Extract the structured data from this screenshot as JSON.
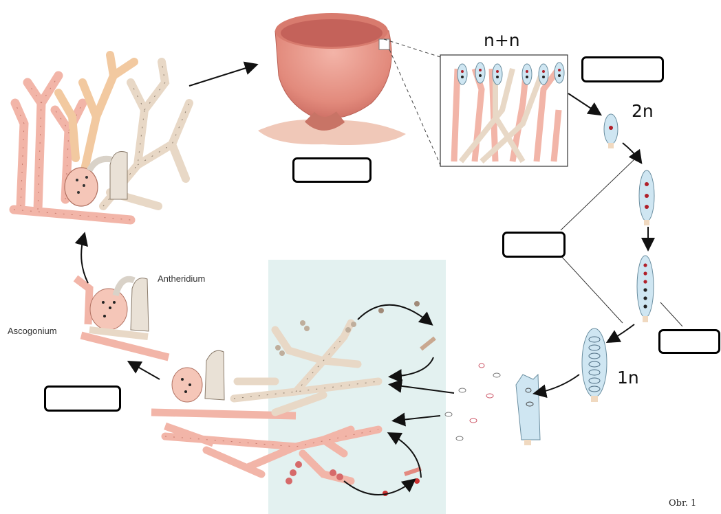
{
  "labels": {
    "dikaryon": "n+n",
    "diploid": "2n",
    "haploid": "1n",
    "antheridium": "Antheridium",
    "ascogonium": "Ascogonium",
    "figure_caption": "Obr. 1"
  },
  "answer_boxes": [
    {
      "id": "box-fruiting-body",
      "text": ""
    },
    {
      "id": "box-ascus-layer",
      "text": ""
    },
    {
      "id": "box-meiosis",
      "text": ""
    },
    {
      "id": "box-ascospores",
      "text": ""
    },
    {
      "id": "box-gametangia",
      "text": ""
    }
  ],
  "colors": {
    "hypha_pink": "#f2b5a8",
    "hypha_tan": "#e8d8c6",
    "hypha_peach": "#f2c9a0",
    "ascus_blue": "#cfe6f2",
    "panel_bg": "#e3f1f0",
    "nucleus_red": "#b0202a",
    "cup_outer": "#e69385",
    "cup_inner": "#d76f63"
  }
}
